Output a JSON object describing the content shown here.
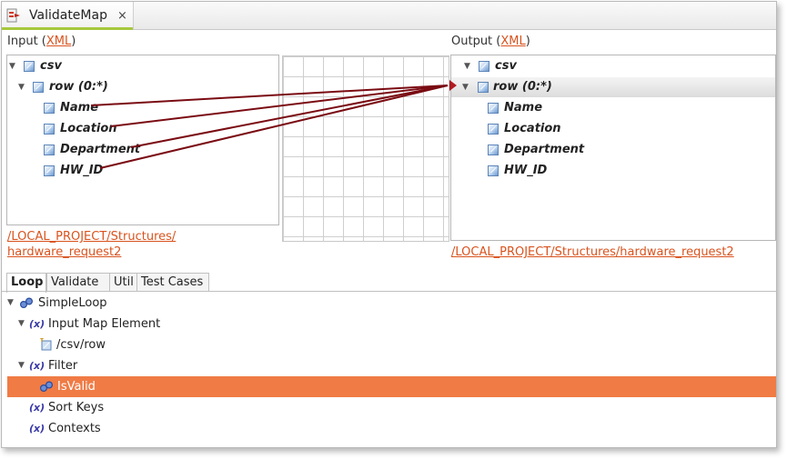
{
  "editor_tab": {
    "title": "ValidateMap",
    "close": "×"
  },
  "input": {
    "label": "Input (",
    "label_link": "XML",
    "label_end": ")",
    "tree": [
      {
        "label": "csv"
      },
      {
        "label": "row (0:*)"
      },
      {
        "label": "Name"
      },
      {
        "label": "Location"
      },
      {
        "label": "Department"
      },
      {
        "label": "HW_ID"
      }
    ],
    "path_line1": "/LOCAL_PROJECT/Structures/",
    "path_line2": "hardware_request2"
  },
  "output": {
    "label": "Output (",
    "label_link": "XML",
    "label_end": ")",
    "tree": [
      {
        "label": "csv"
      },
      {
        "label": "row (0:*)"
      },
      {
        "label": "Name"
      },
      {
        "label": "Location"
      },
      {
        "label": "Department"
      },
      {
        "label": "HW_ID"
      }
    ],
    "path": "/LOCAL_PROJECT/Structures/hardware_request2"
  },
  "bottom_tabs": [
    "Loop",
    "Validate",
    "Util",
    "Test Cases"
  ],
  "loop_tree": [
    {
      "label": "SimpleLoop"
    },
    {
      "label": "Input Map Element"
    },
    {
      "label": "/csv/row"
    },
    {
      "label": "Filter"
    },
    {
      "label": "IsValid"
    },
    {
      "label": "Sort Keys"
    },
    {
      "label": "Contexts"
    }
  ],
  "icons": {
    "expanded": "▼",
    "variable": "(x)"
  },
  "colors": {
    "accent": "#f07b45",
    "link": "#d9531e",
    "mapping_line": "#7a0b12",
    "tab_underline": "#a6c83c"
  }
}
